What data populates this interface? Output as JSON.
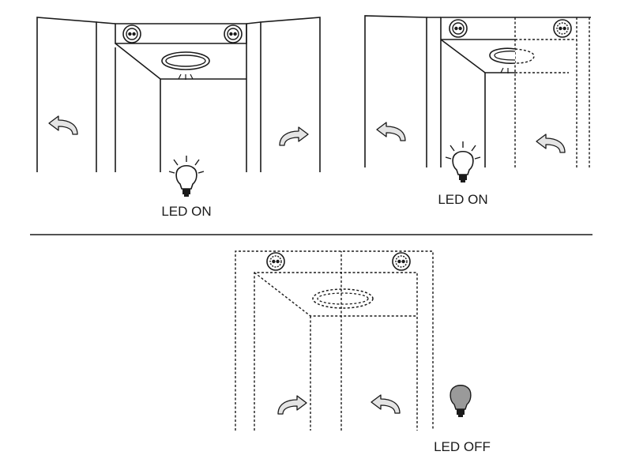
{
  "diagram": {
    "panels": [
      {
        "id": "panel-doors-open",
        "label": "LED ON",
        "bulb": "bulb-lit-icon"
      },
      {
        "id": "panel-door-closing",
        "label": "LED ON",
        "bulb": "bulb-lit-icon"
      },
      {
        "id": "panel-doors-closed",
        "label": "LED OFF",
        "bulb": "bulb-off-icon"
      }
    ],
    "icons": [
      "screw-icon",
      "round-led-lamp-icon",
      "curved-arrow-icon",
      "bulb-lit-icon",
      "bulb-off-icon"
    ],
    "colors": {
      "line": "#1a1a1a",
      "arrow_fill": "#e4e4e4",
      "bulb_off_fill": "#9a9a9a",
      "background": "#ffffff"
    }
  }
}
